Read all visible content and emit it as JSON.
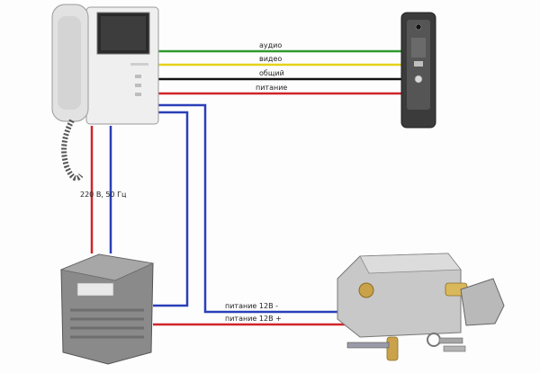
{
  "labels": {
    "audio": "аудио",
    "video": "видео",
    "common": "общий",
    "power": "питание",
    "mains": "220 В, 50 Гц",
    "power_minus": "питание 12В -",
    "power_plus": "питание 12В +"
  },
  "colors": {
    "audio": "#2f9a2f",
    "video": "#e6d21c",
    "common": "#111111",
    "power": "#d0242b",
    "blue": "#2a3fb8",
    "red": "#d0242b"
  }
}
